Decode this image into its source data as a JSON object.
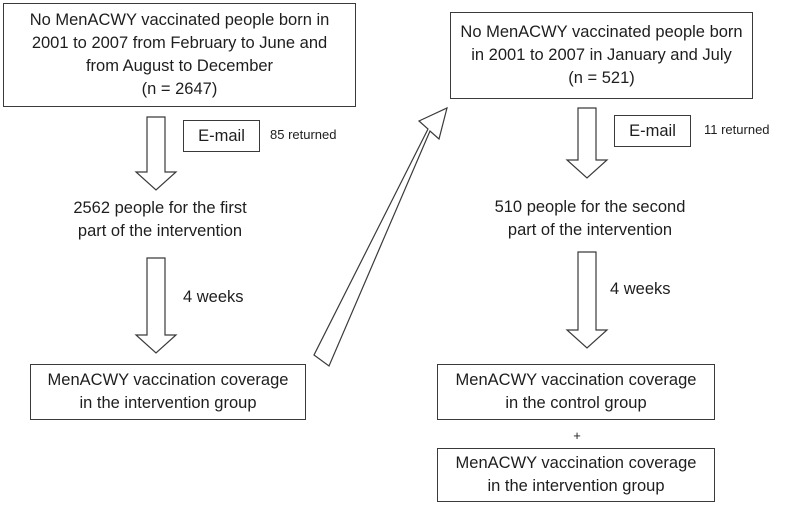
{
  "boxes": {
    "top_left": {
      "lines": [
        "No MenACWY vaccinated people born in",
        "2001 to 2007 from February to June and",
        "from August to December",
        "(n = 2647)"
      ]
    },
    "top_right": {
      "lines": [
        "No MenACWY vaccinated people born",
        "in 2001 to 2007 in January and July",
        "(n = 521)"
      ]
    },
    "email_left": {
      "label": "E-mail"
    },
    "email_right": {
      "label": "E-mail"
    },
    "result_left": {
      "lines": [
        "MenACWY vaccination coverage",
        "in the intervention group"
      ]
    },
    "result_right_control": {
      "lines": [
        "MenACWY vaccination coverage",
        "in the control group"
      ]
    },
    "result_right_intervention": {
      "lines": [
        "MenACWY vaccination coverage",
        "in the intervention group"
      ]
    }
  },
  "labels": {
    "returned_left": "85 returned",
    "returned_right": "11 returned",
    "mid_left": [
      "2562 people for the first",
      "part of the intervention"
    ],
    "mid_right": [
      "510 people for the second",
      "part of the intervention"
    ],
    "weeks_left": "4 weeks",
    "weeks_right": "4 weeks",
    "plus": "+"
  }
}
